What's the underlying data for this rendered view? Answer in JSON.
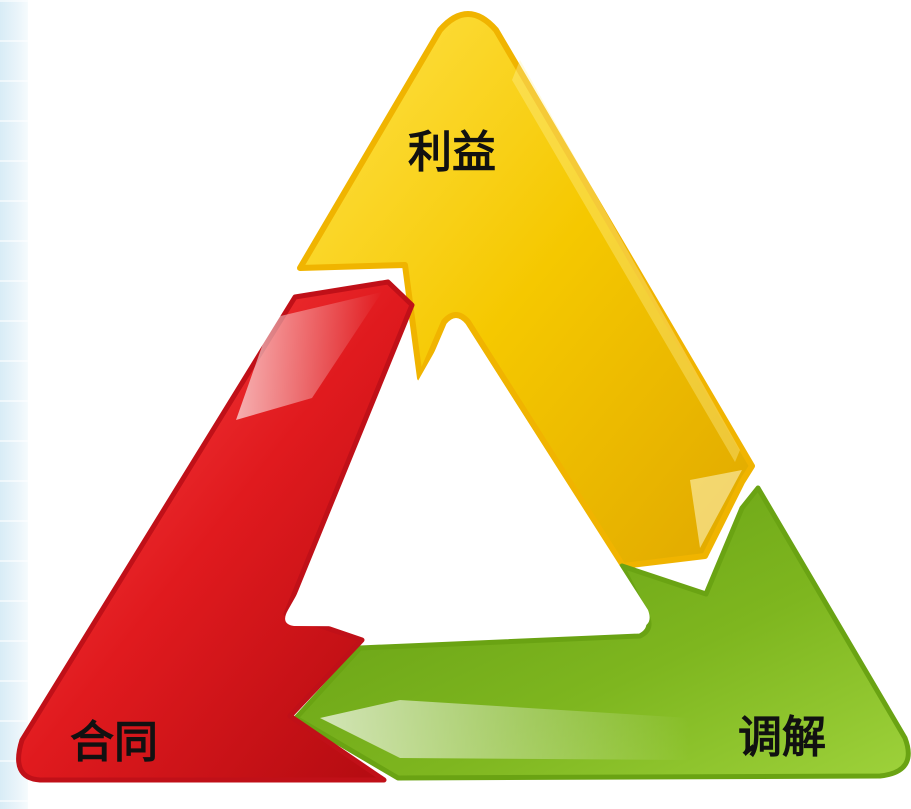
{
  "diagram": {
    "top_label": "利益",
    "bottom_left_label": "合同",
    "bottom_right_label": "调解",
    "colors": {
      "yellow_arrow": "#f1c400",
      "red_arrow": "#d8141c",
      "green_arrow": "#7cb31e",
      "background": "#ffffff",
      "left_strip": "#dcedf6"
    }
  }
}
